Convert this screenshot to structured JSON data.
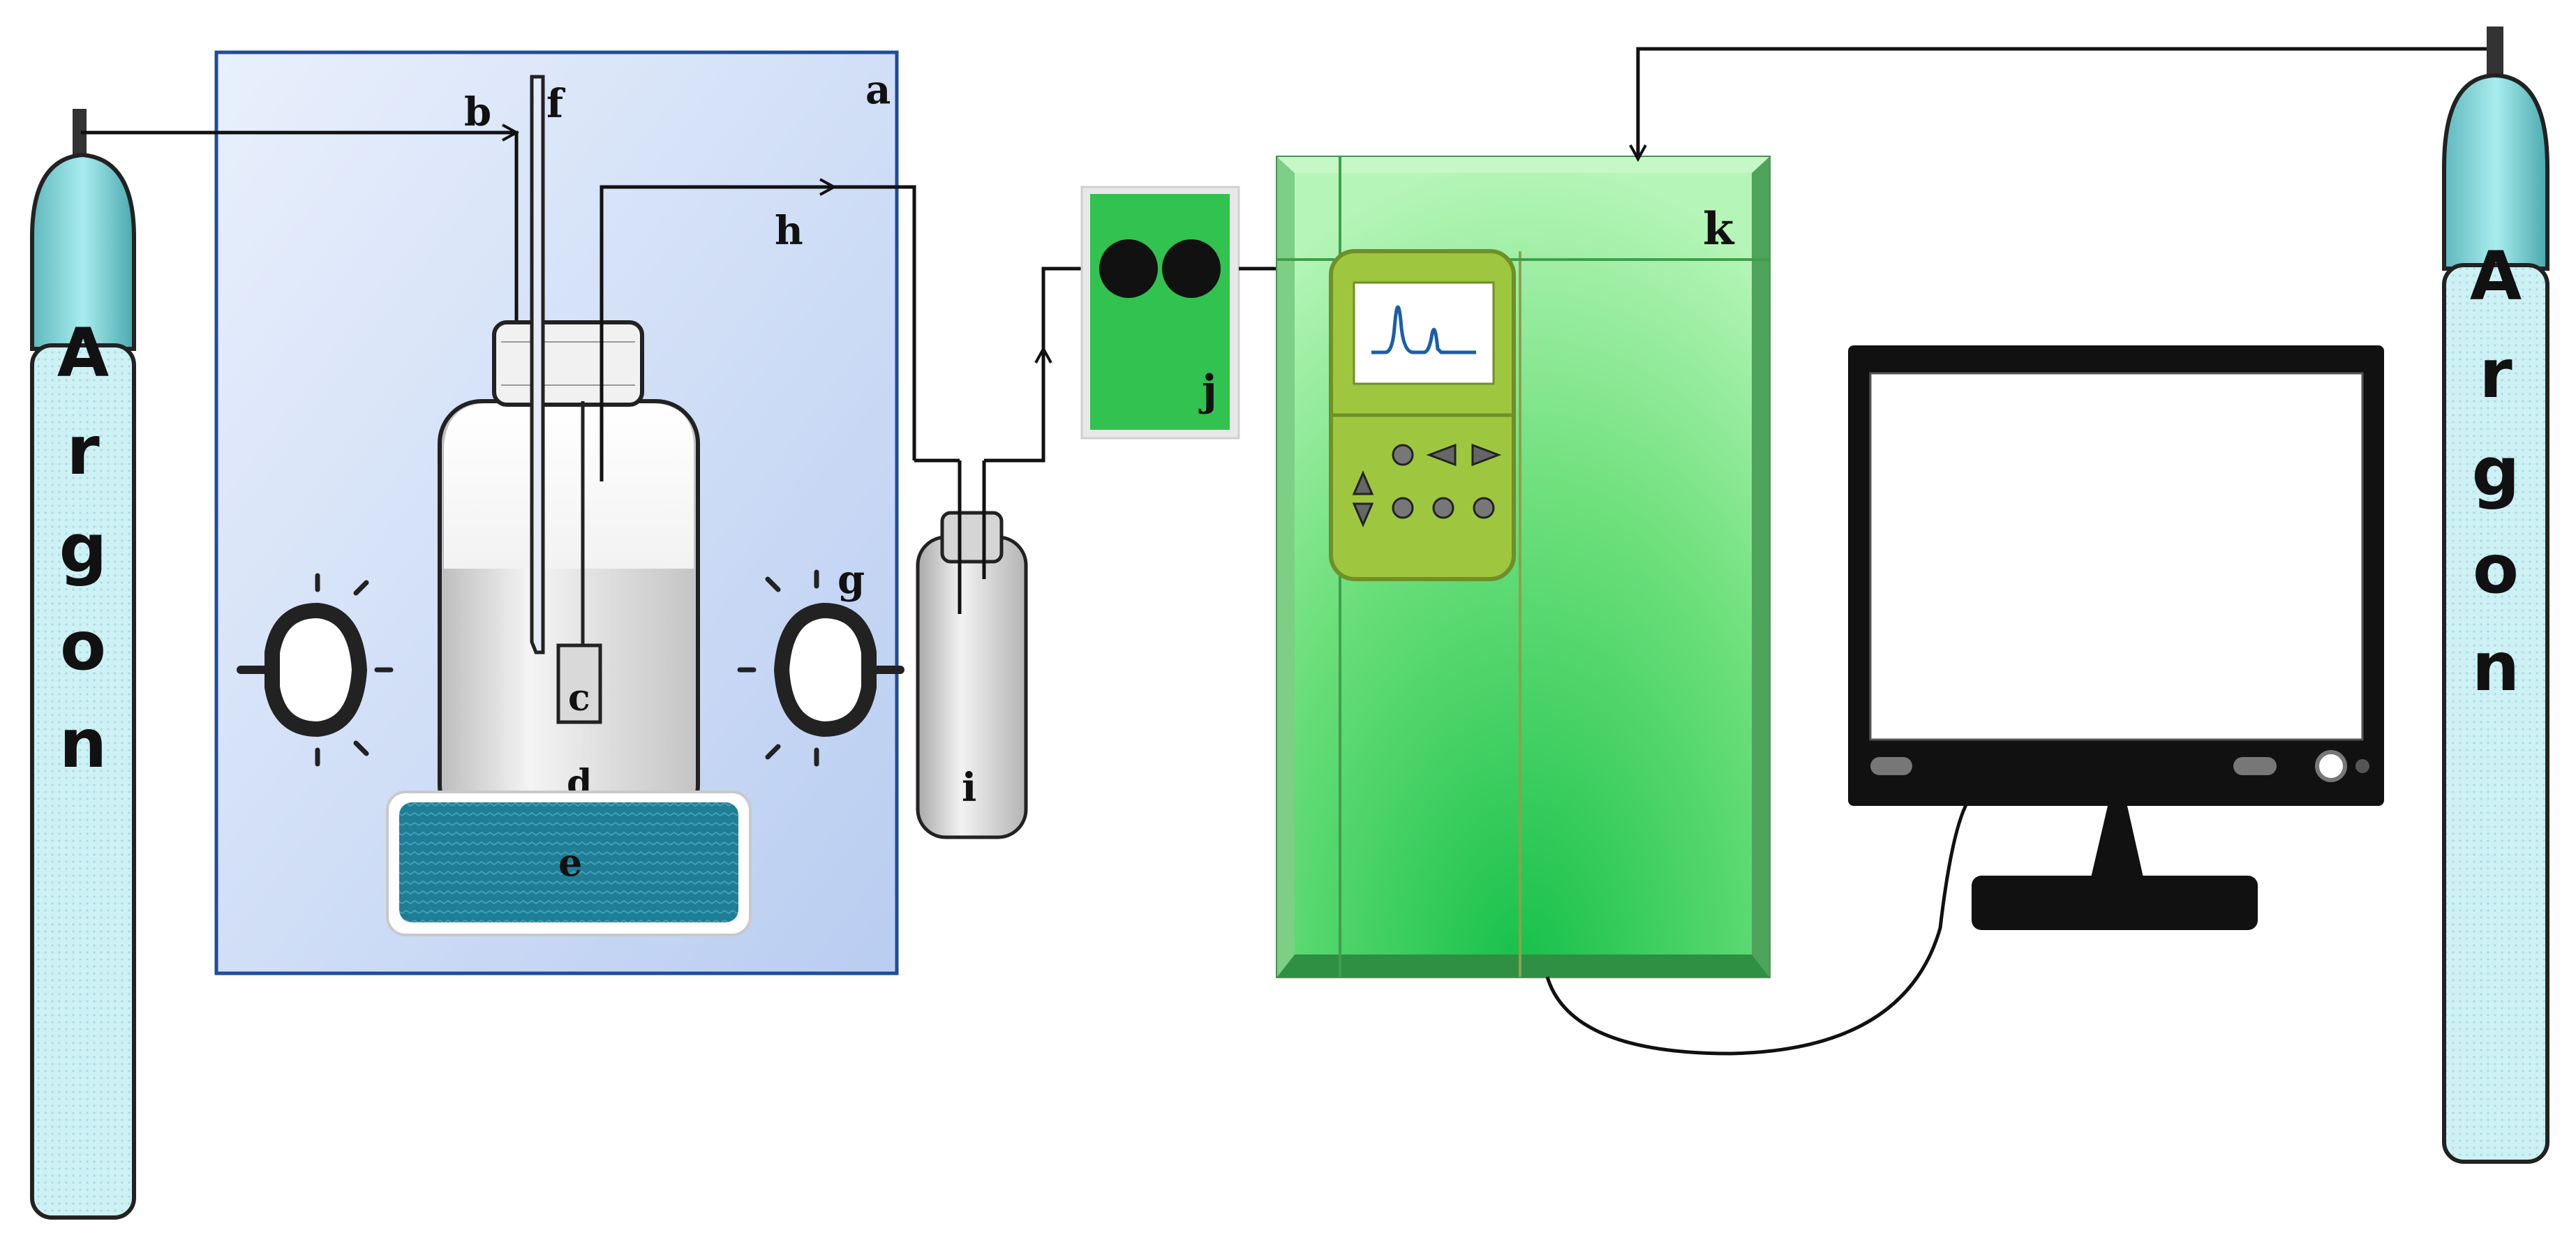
{
  "labels": {
    "a": "a",
    "b": "b",
    "c": "c",
    "d": "d",
    "e": "e",
    "f": "f",
    "g": "g",
    "h": "h",
    "i": "i",
    "j": "j",
    "k": "k"
  },
  "cylinders": {
    "left_text": "Argon",
    "right_text": "Argon"
  },
  "colors": {
    "reactor_box": "#cfdcf6",
    "cylinder_cap": "#7ccfd2",
    "cylinder_body": "#ccf0f3",
    "stir_plate": "#1f7d96",
    "stir_bar": "#2f8fe0",
    "pump": "#2fbf4f",
    "gc_body": "#5fd86f",
    "gc_panel": "#9ec63e",
    "monitor": "#111111",
    "chromatogram": "#1a5ea8"
  }
}
